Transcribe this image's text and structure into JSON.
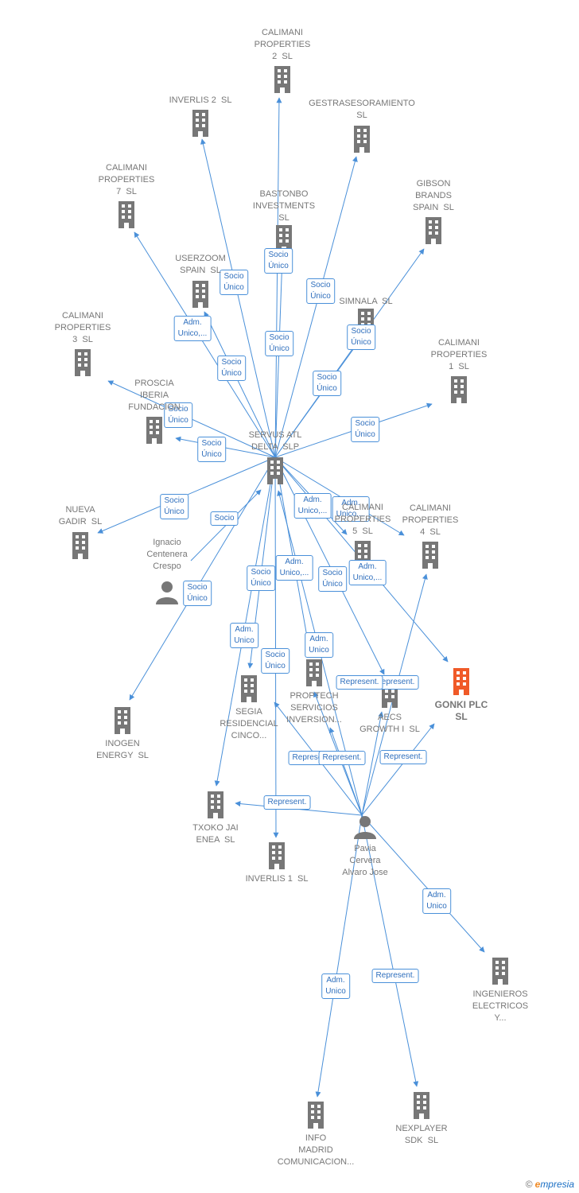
{
  "colors": {
    "edge": "#4a90d9",
    "company": "#777777",
    "focus_company": "#f05a28",
    "person": "#777777"
  },
  "nodes": [
    {
      "id": "servus",
      "label": "SERVUS ATL\nDELTA  SLP",
      "type": "company",
      "icon": "building-icon"
    },
    {
      "id": "calimani2",
      "label": "CALIMANI\nPROPERTIES\n2  SL",
      "type": "company",
      "icon": "building-icon"
    },
    {
      "id": "inverlis2",
      "label": "INVERLIS 2  SL",
      "type": "company",
      "icon": "building-icon"
    },
    {
      "id": "gestrasesor",
      "label": "GESTRASESORAMIENTO\nSL",
      "type": "company",
      "icon": "building-icon"
    },
    {
      "id": "calimani7",
      "label": "CALIMANI\nPROPERTIES\n7  SL",
      "type": "company",
      "icon": "building-icon"
    },
    {
      "id": "bastonbo",
      "label": "BASTONBO\nINVESTMENTS\nSL",
      "type": "company",
      "icon": "building-icon"
    },
    {
      "id": "gibson",
      "label": "GIBSON\nBRANDS\nSPAIN  SL",
      "type": "company",
      "icon": "building-icon"
    },
    {
      "id": "userzoom",
      "label": "USERZOOM\nSPAIN  SL",
      "type": "company",
      "icon": "building-icon"
    },
    {
      "id": "simnala",
      "label": "SIMNALA  SL",
      "type": "company",
      "icon": "building-icon"
    },
    {
      "id": "calimani3",
      "label": "CALIMANI\nPROPERTIES\n3  SL",
      "type": "company",
      "icon": "building-icon"
    },
    {
      "id": "calimani1",
      "label": "CALIMANI\nPROPERTIES\n1  SL",
      "type": "company",
      "icon": "building-icon"
    },
    {
      "id": "proscia",
      "label": "PROSCIA\nIBERIA\nFUNDACION",
      "type": "company",
      "icon": "building-icon"
    },
    {
      "id": "nuevagadir",
      "label": "NUEVA\nGADIR  SL",
      "type": "company",
      "icon": "building-icon"
    },
    {
      "id": "ignacio",
      "label": "Ignacio\nCentenera\nCrespo",
      "type": "person",
      "icon": "person-icon"
    },
    {
      "id": "calimani5",
      "label": "CALIMANI\nPROPERTIES\n5  SL",
      "type": "company",
      "icon": "building-icon"
    },
    {
      "id": "calimani4",
      "label": "CALIMANI\nPROPERTIES\n4  SL",
      "type": "company",
      "icon": "building-icon"
    },
    {
      "id": "gonki",
      "label": "GONKI PLC\nSL",
      "type": "focus",
      "icon": "building-icon"
    },
    {
      "id": "inogen",
      "label": "INOGEN\nENERGY  SL",
      "type": "company",
      "icon": "building-icon"
    },
    {
      "id": "segia",
      "label": "SEGIA\nRESIDENCIAL\nCINCO...",
      "type": "company",
      "icon": "building-icon"
    },
    {
      "id": "proptech",
      "label": "PROPTECH\nSERVICIOS\nINVERSION...",
      "type": "company",
      "icon": "building-icon"
    },
    {
      "id": "aecs",
      "label": "AECS\nGROWTH I  SL",
      "type": "company",
      "icon": "building-icon"
    },
    {
      "id": "txoko",
      "label": "TXOKO JAI\nENEA  SL",
      "type": "company",
      "icon": "building-icon"
    },
    {
      "id": "inverlis1",
      "label": "INVERLIS 1  SL",
      "type": "company",
      "icon": "building-icon"
    },
    {
      "id": "pavia",
      "label": "Pavia\nCervera\nAlvaro Jose",
      "type": "person",
      "icon": "person-icon"
    },
    {
      "id": "ingenieros",
      "label": "INGENIEROS\nELECTRICOS\nY...",
      "type": "company",
      "icon": "building-icon"
    },
    {
      "id": "infomadrid",
      "label": "INFO\nMADRID\nCOMUNICACION...",
      "type": "company",
      "icon": "building-icon"
    },
    {
      "id": "nexplayer",
      "label": "NEXPLAYER\nSDK  SL",
      "type": "company",
      "icon": "building-icon"
    }
  ],
  "edges": [
    {
      "from": "servus",
      "to": "calimani2",
      "label": "Socio\nÚnico"
    },
    {
      "from": "servus",
      "to": "inverlis2",
      "label": "Socio\nÚnico"
    },
    {
      "from": "servus",
      "to": "gestrasesor",
      "label": "Socio\nÚnico"
    },
    {
      "from": "servus",
      "to": "calimani7",
      "label": "Adm.\nUnico,..."
    },
    {
      "from": "servus",
      "to": "bastonbo",
      "label": "Socio\nÚnico"
    },
    {
      "from": "servus",
      "to": "gibson",
      "label": "Socio\nÚnico"
    },
    {
      "from": "servus",
      "to": "userzoom",
      "label": "Socio\nÚnico"
    },
    {
      "from": "servus",
      "to": "simnala",
      "label": "Socio\nÚnico"
    },
    {
      "from": "servus",
      "to": "calimani3",
      "label": "Socio\nÚnico"
    },
    {
      "from": "servus",
      "to": "calimani1",
      "label": "Socio\nÚnico"
    },
    {
      "from": "servus",
      "to": "proscia",
      "label": "Socio\nÚnico"
    },
    {
      "from": "servus",
      "to": "nuevagadir",
      "label": "Socio\nÚnico"
    },
    {
      "from": "ignacio",
      "to": "servus",
      "label": "Socio"
    },
    {
      "from": "servus",
      "to": "calimani5",
      "label": "Adm.\nUnico,..."
    },
    {
      "from": "servus",
      "to": "calimani4",
      "label": "Adm.\nUnico,..."
    },
    {
      "from": "servus",
      "to": "gonki",
      "label": "Adm.\nUnico,..."
    },
    {
      "from": "servus",
      "to": "inogen",
      "label": "Socio\nÚnico"
    },
    {
      "from": "servus",
      "to": "segia",
      "label": "Socio\nÚnico"
    },
    {
      "from": "servus",
      "to": "proptech",
      "label": "Adm.\nUnico,..."
    },
    {
      "from": "servus",
      "to": "aecs",
      "label": "Socio\nÚnico"
    },
    {
      "from": "servus",
      "to": "txoko",
      "label": "Adm.\nUnico"
    },
    {
      "from": "servus",
      "to": "inverlis1",
      "label": "Socio\nÚnico"
    },
    {
      "from": "pavia",
      "to": "proptech",
      "label": "Adm.\nUnico"
    },
    {
      "from": "pavia",
      "to": "aecs",
      "label": "Represent."
    },
    {
      "from": "pavia",
      "to": "calimani4",
      "label": "Represent."
    },
    {
      "from": "pavia",
      "to": "segia",
      "label": "Represent."
    },
    {
      "from": "pavia",
      "to": "proptech",
      "label": "Represent."
    },
    {
      "from": "pavia",
      "to": "gonki",
      "label": "Represent."
    },
    {
      "from": "pavia",
      "to": "txoko",
      "label": "Represent."
    },
    {
      "from": "pavia",
      "to": "servus",
      "label": ""
    },
    {
      "from": "pavia",
      "to": "ingenieros",
      "label": "Adm.\nUnico"
    },
    {
      "from": "pavia",
      "to": "infomadrid",
      "label": "Adm.\nUnico"
    },
    {
      "from": "pavia",
      "to": "nexplayer",
      "label": "Represent."
    }
  ],
  "brand": {
    "copyright": "©",
    "initial": "e",
    "name": "mpresia"
  }
}
